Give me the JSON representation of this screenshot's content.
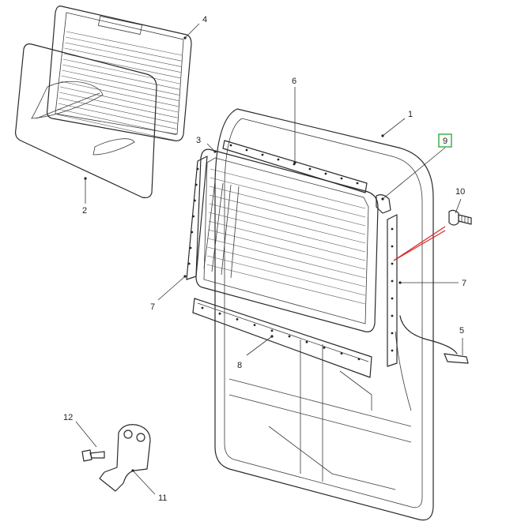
{
  "callouts": [
    {
      "id": "1",
      "label": "1",
      "highlighted": false
    },
    {
      "id": "2",
      "label": "2",
      "highlighted": false
    },
    {
      "id": "3",
      "label": "3",
      "highlighted": false
    },
    {
      "id": "4",
      "label": "4",
      "highlighted": false
    },
    {
      "id": "5",
      "label": "5",
      "highlighted": false
    },
    {
      "id": "6",
      "label": "6",
      "highlighted": false
    },
    {
      "id": "7a",
      "label": "7",
      "highlighted": false
    },
    {
      "id": "7b",
      "label": "7",
      "highlighted": false
    },
    {
      "id": "8",
      "label": "8",
      "highlighted": false
    },
    {
      "id": "9",
      "label": "9",
      "highlighted": true
    },
    {
      "id": "10",
      "label": "10",
      "highlighted": false
    },
    {
      "id": "11",
      "label": "11",
      "highlighted": false
    },
    {
      "id": "12",
      "label": "12",
      "highlighted": false
    }
  ],
  "colors": {
    "highlight_box": "#2fae3a",
    "highlight_leader": "#d62828",
    "line": "#2a2a2a"
  }
}
